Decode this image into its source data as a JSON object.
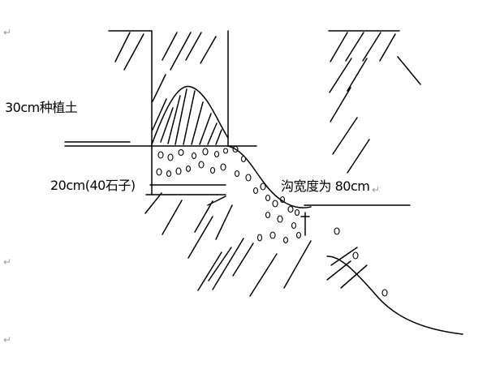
{
  "labels": {
    "topsoil": "30cm种植土",
    "gravel": "20cm(40石子)",
    "ditch_width": "沟宽度为 80cm"
  },
  "paragraph_mark": "↵",
  "colors": {
    "line": "#000000",
    "paragraph_mark": "#9a9a9a",
    "background": "#ffffff"
  }
}
